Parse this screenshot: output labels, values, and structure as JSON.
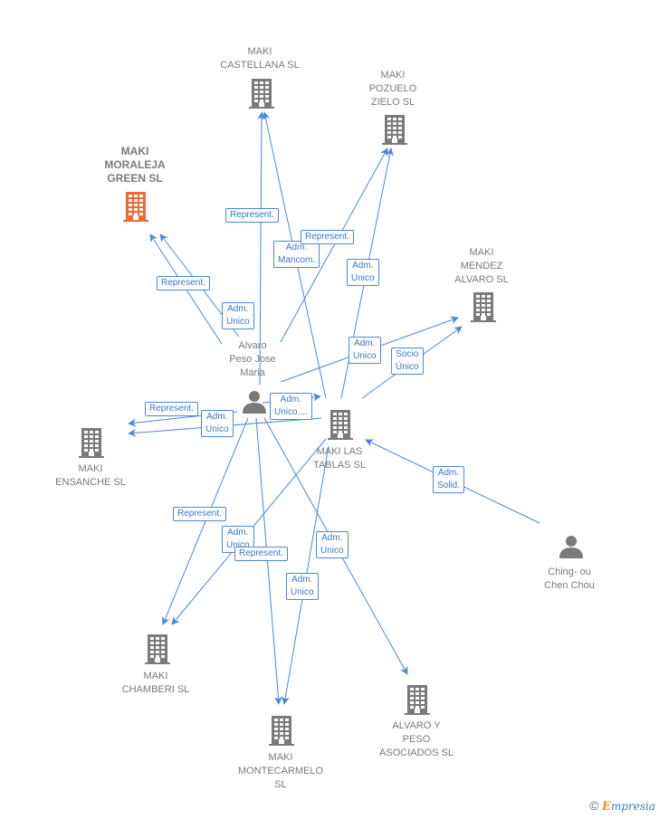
{
  "nodes": [
    {
      "id": "castellana",
      "label": "MAKI\nCASTELLANA SL",
      "type": "company",
      "highlight": false
    },
    {
      "id": "pozuelo",
      "label": "MAKI\nPOZUELO\nZIELO  SL",
      "type": "company",
      "highlight": false
    },
    {
      "id": "moraleja",
      "label": "MAKI\nMORALEJA\nGREEN  SL",
      "type": "company",
      "highlight": true
    },
    {
      "id": "mendez",
      "label": "MAKI\nMENDEZ\nALVARO SL",
      "type": "company",
      "highlight": false
    },
    {
      "id": "alvaro",
      "label": "Alvaro\nPeso Jose\nMaria",
      "type": "person",
      "highlight": false
    },
    {
      "id": "lastablas",
      "label": "MAKI LAS\nTABLAS SL",
      "type": "company",
      "highlight": false
    },
    {
      "id": "ensanche",
      "label": "MAKI\nENSANCHE  SL",
      "type": "company",
      "highlight": false
    },
    {
      "id": "ching",
      "label": "Ching- ou\nChen Chou",
      "type": "person",
      "highlight": false
    },
    {
      "id": "chamberi",
      "label": "MAKI\nCHAMBERI  SL",
      "type": "company",
      "highlight": false
    },
    {
      "id": "montecarmelo",
      "label": "MAKI\nMONTECARMELO\nSL",
      "type": "company",
      "highlight": false
    },
    {
      "id": "alvaroypeso",
      "label": "ALVARO Y\nPESO\nASOCIADOS SL",
      "type": "company",
      "highlight": false
    }
  ],
  "edges": [
    {
      "from": "alvaro",
      "to": "castellana",
      "label": "Represent."
    },
    {
      "from": "lastablas",
      "to": "castellana",
      "label": "Adm.\nMancom."
    },
    {
      "from": "alvaro",
      "to": "pozuelo",
      "label": "Represent."
    },
    {
      "from": "lastablas",
      "to": "pozuelo",
      "label": "Adm.\nUnico"
    },
    {
      "from": "alvaro",
      "to": "moraleja",
      "label": "Represent."
    },
    {
      "from": "alvaro",
      "to": "moraleja",
      "label": "Adm.\nUnico"
    },
    {
      "from": "alvaro",
      "to": "mendez",
      "label": "Adm.\nUnico"
    },
    {
      "from": "lastablas",
      "to": "mendez",
      "label": "Socio\nÚnico"
    },
    {
      "from": "alvaro",
      "to": "ensanche",
      "label": "Represent."
    },
    {
      "from": "lastablas",
      "to": "ensanche",
      "label": "Adm.\nUnico"
    },
    {
      "from": "alvaro",
      "to": "lastablas",
      "label": "Adm.\nUnico...."
    },
    {
      "from": "ching",
      "to": "lastablas",
      "label": "Adm.\nSolid."
    },
    {
      "from": "alvaro",
      "to": "chamberi",
      "label": "Represent."
    },
    {
      "from": "lastablas",
      "to": "chamberi",
      "label": "Adm.\nUnico"
    },
    {
      "from": "alvaro",
      "to": "montecarmelo",
      "label": "Represent."
    },
    {
      "from": "lastablas",
      "to": "montecarmelo",
      "label": "Adm.\nUnico"
    },
    {
      "from": "alvaro",
      "to": "alvaroypeso",
      "label": "Adm.\nUnico"
    }
  ],
  "colors": {
    "company": "#7a7a7a",
    "highlight": "#f06a35",
    "edge": "#4a88d8",
    "person": "#7a7a7a"
  },
  "footer": {
    "copyright": "©",
    "brand_initial": "E",
    "brand_rest": "mpresia"
  }
}
